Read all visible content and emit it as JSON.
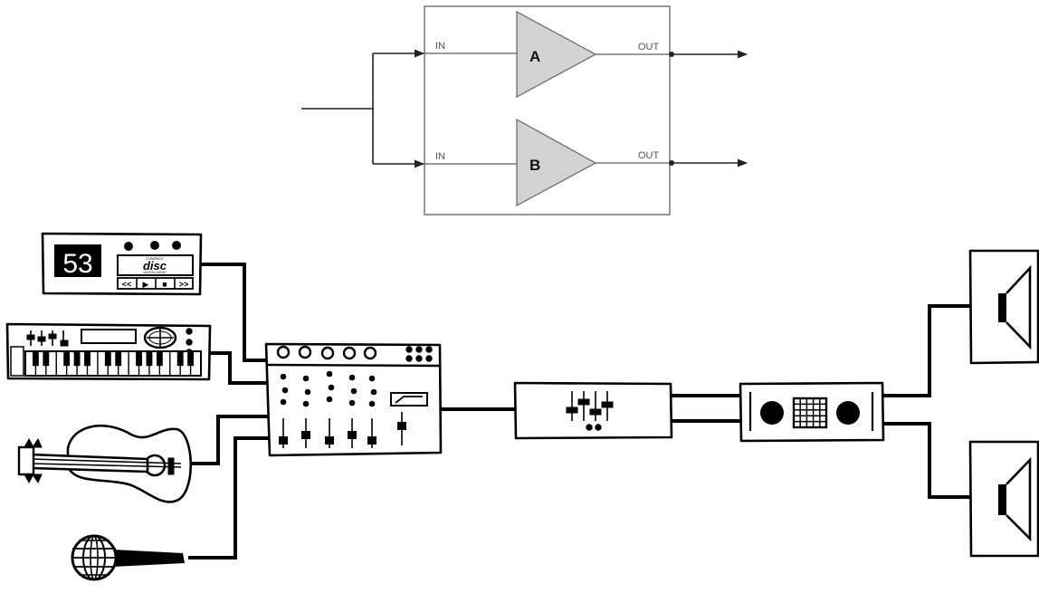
{
  "splitter_diagram": {
    "amplifiers": [
      {
        "name": "A",
        "input_label": "IN",
        "output_label": "OUT"
      },
      {
        "name": "B",
        "input_label": "IN",
        "output_label": "OUT"
      }
    ],
    "colors": {
      "amp_fill": "#d2d2d2",
      "amp_stroke": "#666666",
      "line": "#222222",
      "box": "#777777",
      "label": "#555555"
    }
  },
  "cd_player": {
    "display": "53",
    "logo_small": "COMPACT",
    "logo_main": "disc",
    "logo_sub": "DIGITAL AUDIO",
    "buttons": [
      "<<",
      "▶",
      "■",
      ">>"
    ]
  },
  "audio_chain": {
    "sources": [
      "cd-player",
      "keyboard-synth",
      "acoustic-guitar",
      "microphone"
    ],
    "processing": [
      "mixer",
      "equalizer",
      "amplifier"
    ],
    "outputs": [
      "speaker",
      "speaker"
    ]
  }
}
